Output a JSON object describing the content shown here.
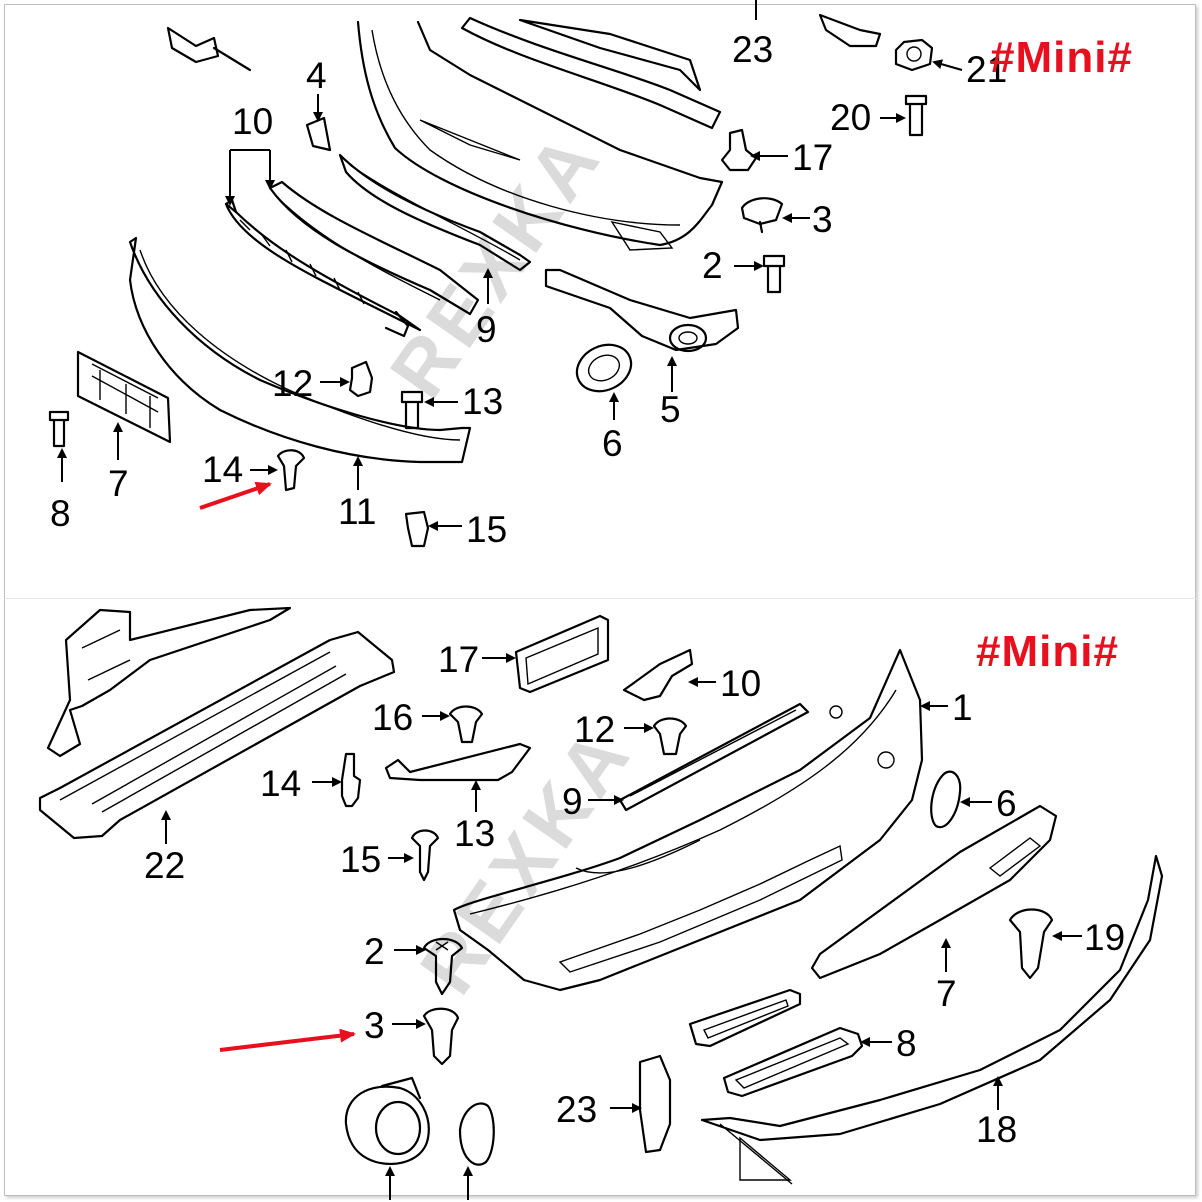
{
  "tags": {
    "top": "#Mini#",
    "bottom": "#Mini#"
  },
  "watermark": {
    "text": "REXKA"
  },
  "colors": {
    "tag": "#e8101e",
    "callout_arrow": "#e8101e",
    "line": "#000000",
    "watermark": "#cfcfcf"
  },
  "top_callouts": [
    {
      "id": "t23",
      "label": "23"
    },
    {
      "id": "t21",
      "label": "21"
    },
    {
      "id": "t20",
      "label": "20"
    },
    {
      "id": "t4",
      "label": "4"
    },
    {
      "id": "t10",
      "label": "10"
    },
    {
      "id": "t17",
      "label": "17"
    },
    {
      "id": "t3",
      "label": "3"
    },
    {
      "id": "t2",
      "label": "2"
    },
    {
      "id": "t9",
      "label": "9"
    },
    {
      "id": "t12",
      "label": "12"
    },
    {
      "id": "t13",
      "label": "13"
    },
    {
      "id": "t5",
      "label": "5"
    },
    {
      "id": "t6",
      "label": "6"
    },
    {
      "id": "t7",
      "label": "7"
    },
    {
      "id": "t8",
      "label": "8"
    },
    {
      "id": "t14",
      "label": "14"
    },
    {
      "id": "t11",
      "label": "11"
    },
    {
      "id": "t15",
      "label": "15"
    }
  ],
  "bottom_callouts": [
    {
      "id": "b17",
      "label": "17"
    },
    {
      "id": "b10",
      "label": "10"
    },
    {
      "id": "b1",
      "label": "1"
    },
    {
      "id": "b16",
      "label": "16"
    },
    {
      "id": "b12",
      "label": "12"
    },
    {
      "id": "b14",
      "label": "14"
    },
    {
      "id": "b13",
      "label": "13"
    },
    {
      "id": "b9",
      "label": "9"
    },
    {
      "id": "b6",
      "label": "6"
    },
    {
      "id": "b22",
      "label": "22"
    },
    {
      "id": "b15",
      "label": "15"
    },
    {
      "id": "b2",
      "label": "2"
    },
    {
      "id": "b19",
      "label": "19"
    },
    {
      "id": "b7",
      "label": "7"
    },
    {
      "id": "b3",
      "label": "3"
    },
    {
      "id": "b8",
      "label": "8"
    },
    {
      "id": "b23",
      "label": "23"
    },
    {
      "id": "b18",
      "label": "18"
    }
  ]
}
